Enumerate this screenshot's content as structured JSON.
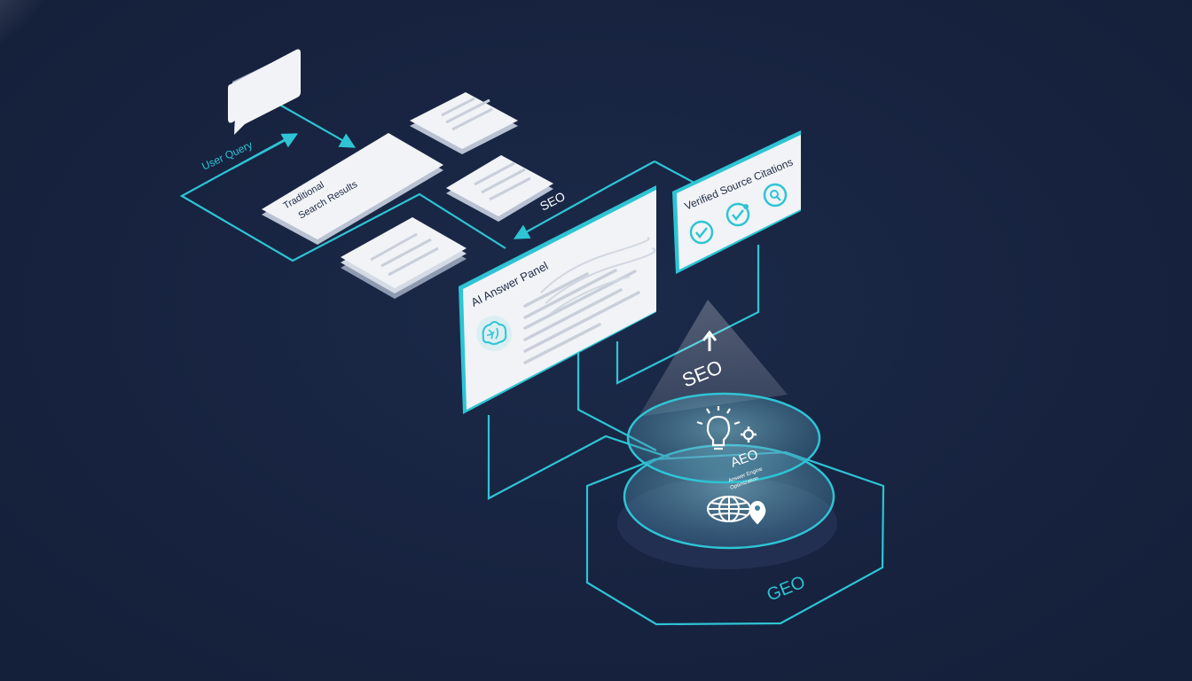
{
  "labels": {
    "user_query": "User Query",
    "traditional_line1": "Traditional",
    "traditional_line2": "Search Results",
    "seo_arrow": "SEO",
    "ai_answer_panel": "AI Answer Panel",
    "verified_citations": "Verified Source Citations",
    "seo_cone": "SEO",
    "aeo": "AEO",
    "aeo_subtitle_line1": "Answer Engine",
    "aeo_subtitle_line2": "Optimization",
    "geo": "GEO"
  },
  "icons": {
    "chat": "speech-bubble-icon",
    "brain": "brain-icon",
    "check": "checkmark-icon",
    "search": "magnifier-icon",
    "bulb": "lightbulb-gear-icon",
    "globe": "globe-location-icon",
    "arrow_up": "arrow-up-icon"
  },
  "colors": {
    "background": "#17233f",
    "accent": "#2ec4d4",
    "card": "#f1f3f6",
    "text_dark": "#1e2a44",
    "text_light": "#ffffff"
  }
}
